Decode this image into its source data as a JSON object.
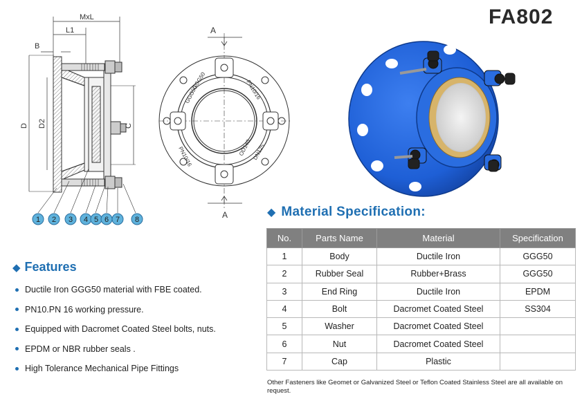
{
  "model": "FA802",
  "drawing": {
    "labels": {
      "mxl": "MxL",
      "l1": "L1",
      "b": "B",
      "d": "D",
      "d2": "D2",
      "c": "C",
      "a_top": "A",
      "a_bottom": "A",
      "flange_text": [
        "GGG50",
        "PN10/16",
        "DN125",
        "OD140",
        "PN10/16",
        "GGG50"
      ]
    },
    "part_numbers": [
      "1",
      "2",
      "3",
      "4",
      "5",
      "6",
      "7",
      "8"
    ]
  },
  "material_spec": {
    "heading": "Material Specification:",
    "columns": [
      "No.",
      "Parts Name",
      "Material",
      "Specification"
    ],
    "rows": [
      [
        "1",
        "Body",
        "Ductile Iron",
        "GGG50"
      ],
      [
        "2",
        "Rubber Seal",
        "Rubber+Brass",
        "GGG50"
      ],
      [
        "3",
        "End Ring",
        "Ductile Iron",
        "EPDM"
      ],
      [
        "4",
        "Bolt",
        "Dacromet Coated Steel",
        "SS304"
      ],
      [
        "5",
        "Washer",
        "Dacromet Coated Steel",
        ""
      ],
      [
        "6",
        "Nut",
        "Dacromet Coated Steel",
        ""
      ],
      [
        "7",
        "Cap",
        "Plastic",
        ""
      ]
    ],
    "footnote": "Other Fasteners like Geomet or Galvanized Steel or Teflon Coated Stainless Steel are all available on request."
  },
  "features": {
    "heading": "Features",
    "items": [
      "Ductile Iron GGG50 material with FBE coated.",
      "PN10.PN 16 working pressure.",
      "Equipped with Dacromet Coated Steel bolts, nuts.",
      "EPDM or NBR rubber seals .",
      "High Tolerance Mechanical Pipe Fittings"
    ]
  },
  "colors": {
    "accent": "#1f6fb2",
    "product_blue": "#1e5fd6",
    "callout_fill": "#5fb2dc",
    "table_header": "#808080"
  }
}
